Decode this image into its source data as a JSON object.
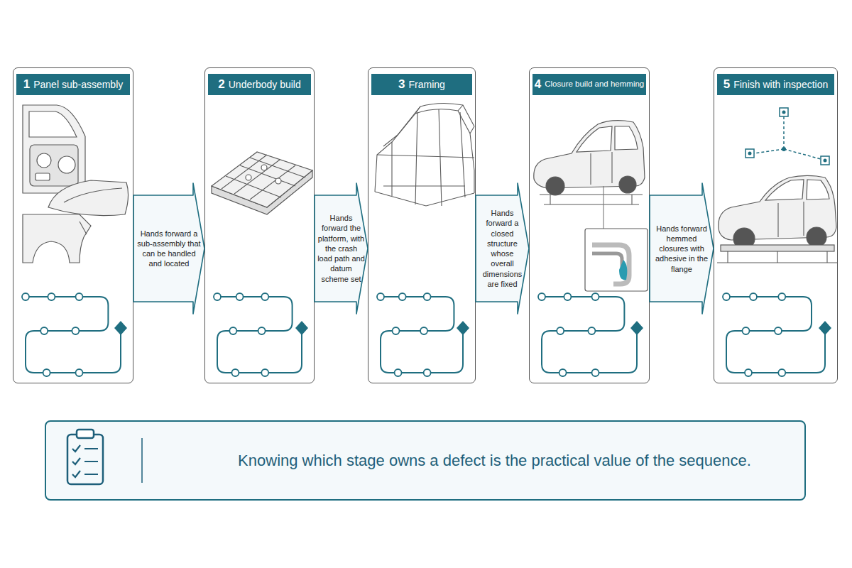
{
  "diagram": {
    "nodes": [
      {
        "text": [
          "1",
          "Panel sub-assembly"
        ]
      },
      {
        "text": [
          "2",
          "Underbody build"
        ]
      },
      {
        "text": [
          "3",
          "Framing"
        ]
      },
      {
        "text": [
          "4",
          "Closure build and hemming"
        ]
      },
      {
        "text": [
          "5",
          "Finish with inspection"
        ]
      },
      {
        "text": [
          "Knowing which stage owns a defect is the practical value of the sequence."
        ]
      }
    ],
    "edges": [
      {
        "from": 0,
        "to": 1,
        "arrow": "to",
        "label": "Hands forward a sub-assembly that can be handled and located"
      },
      {
        "from": 1,
        "to": 2,
        "arrow": "to",
        "label": "Hands forward the platform, with the crash load path and datum scheme set"
      },
      {
        "from": 2,
        "to": 3,
        "arrow": "to",
        "label": "Hands forward a closed structure whose overall dimensions are fixed"
      },
      {
        "from": 3,
        "to": 4,
        "arrow": "to",
        "label": "Hands forward hemmed closures with adhesive in the flange"
      }
    ]
  }
}
